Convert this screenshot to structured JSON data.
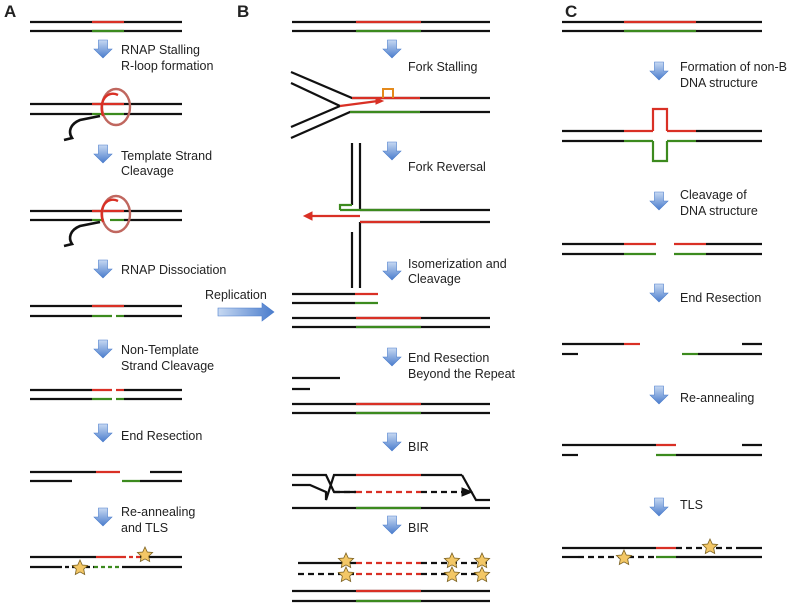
{
  "colors": {
    "dna": "#111111",
    "repeat_top": "#d93025",
    "repeat_bottom": "#3c8a1e",
    "arrow": "#5b8fd6",
    "star": "#f3c766",
    "rnap": "#c0675f",
    "hairpin": "#e48a1c"
  },
  "panels": {
    "a": {
      "letter": "A",
      "steps": [
        {
          "line1": "RNAP Stalling",
          "line2": "R-loop formation"
        },
        {
          "line1": "Template Strand",
          "line2": "Cleavage"
        },
        {
          "line1": "RNAP Dissociation",
          "line2": ""
        },
        {
          "line1": "Non-Template",
          "line2": "Strand Cleavage"
        },
        {
          "line1": "End Resection",
          "line2": ""
        },
        {
          "line1": "Re-annealing",
          "line2": "and TLS"
        }
      ]
    },
    "b": {
      "letter": "B",
      "replication_label": "Replication",
      "steps": [
        {
          "line1": "Fork Stalling",
          "line2": ""
        },
        {
          "line1": "Fork Reversal",
          "line2": ""
        },
        {
          "line1": "Isomerization and",
          "line2": "Cleavage"
        },
        {
          "line1": "End Resection",
          "line2": "Beyond the Repeat"
        },
        {
          "line1": "BIR",
          "line2": ""
        },
        {
          "line1": "BIR",
          "line2": ""
        }
      ]
    },
    "c": {
      "letter": "C",
      "steps": [
        {
          "line1": "Formation of non-B",
          "line2": "DNA structure"
        },
        {
          "line1": "Cleavage of",
          "line2": "DNA structure"
        },
        {
          "line1": "End Resection",
          "line2": ""
        },
        {
          "line1": "Re-annealing",
          "line2": ""
        },
        {
          "line1": "TLS",
          "line2": ""
        }
      ]
    }
  }
}
